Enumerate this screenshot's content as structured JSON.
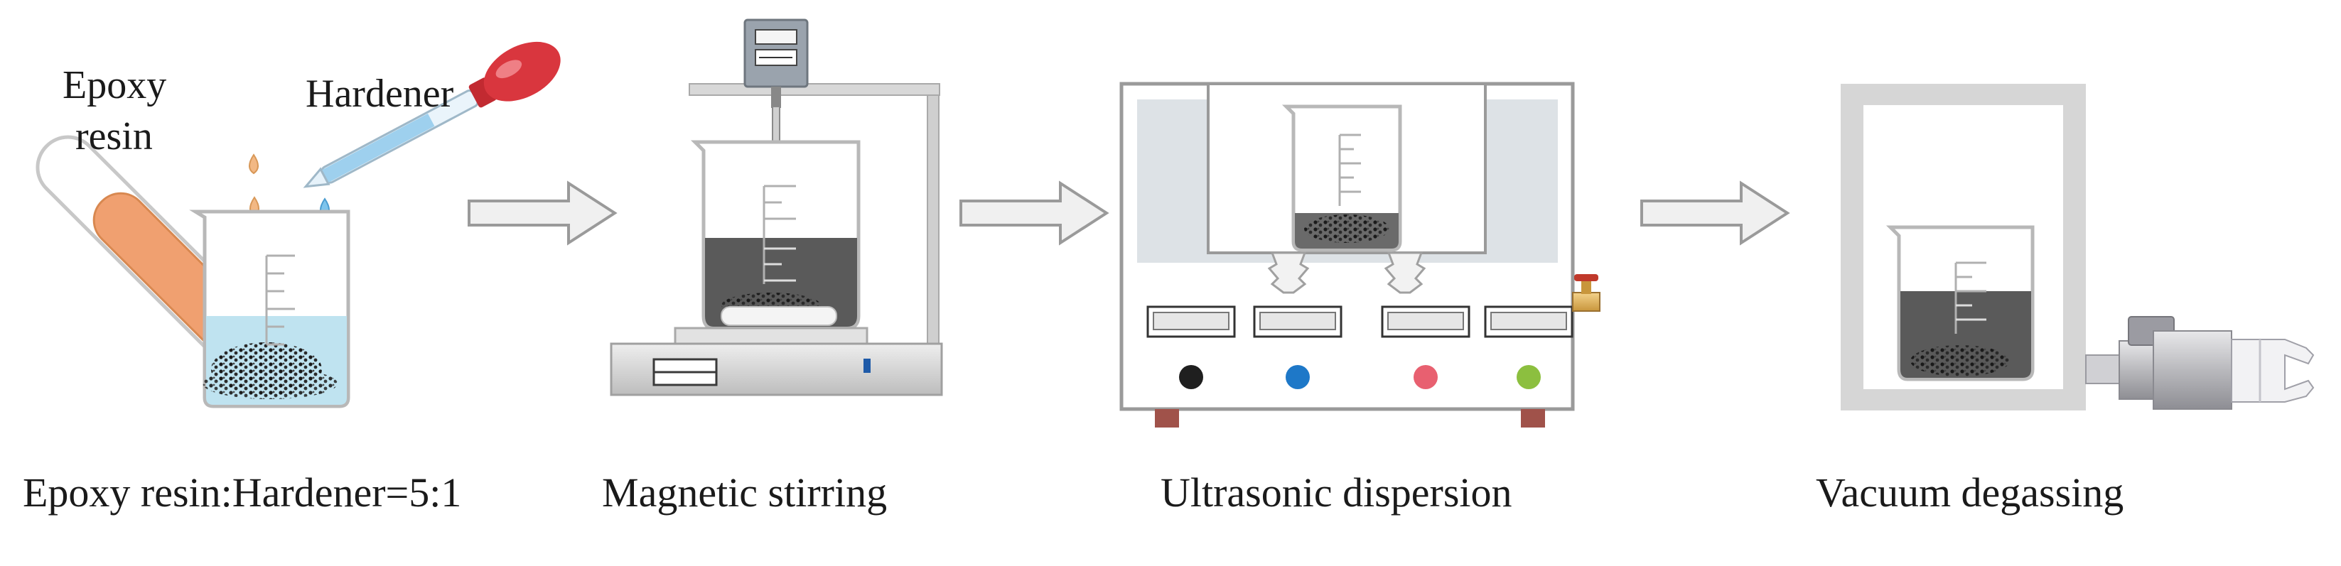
{
  "steps": [
    {
      "caption": "Epoxy resin:Hardener=5:1"
    },
    {
      "caption": "Magnetic stirring"
    },
    {
      "caption": "Ultrasonic dispersion"
    },
    {
      "caption": "Vacuum degassing"
    }
  ],
  "labels": {
    "epoxy_line1": "Epoxy",
    "epoxy_line2": "resin",
    "hardener": "Hardener"
  },
  "colors": {
    "epoxy_resin": "#f0a070",
    "liquid_blue": "#bfe3f0",
    "mixture_dark": "#5a5a5a",
    "dropper_bulb": "#d9363e",
    "arrow_fill": "#f0f0f0",
    "arrow_stroke": "#9a9a9a",
    "chamber_frame": "#d6d6d6",
    "foot": "#a0524a",
    "knob_colors": [
      "#1f1f1f",
      "#1e78c8",
      "#e86070",
      "#8cbf3f"
    ]
  }
}
